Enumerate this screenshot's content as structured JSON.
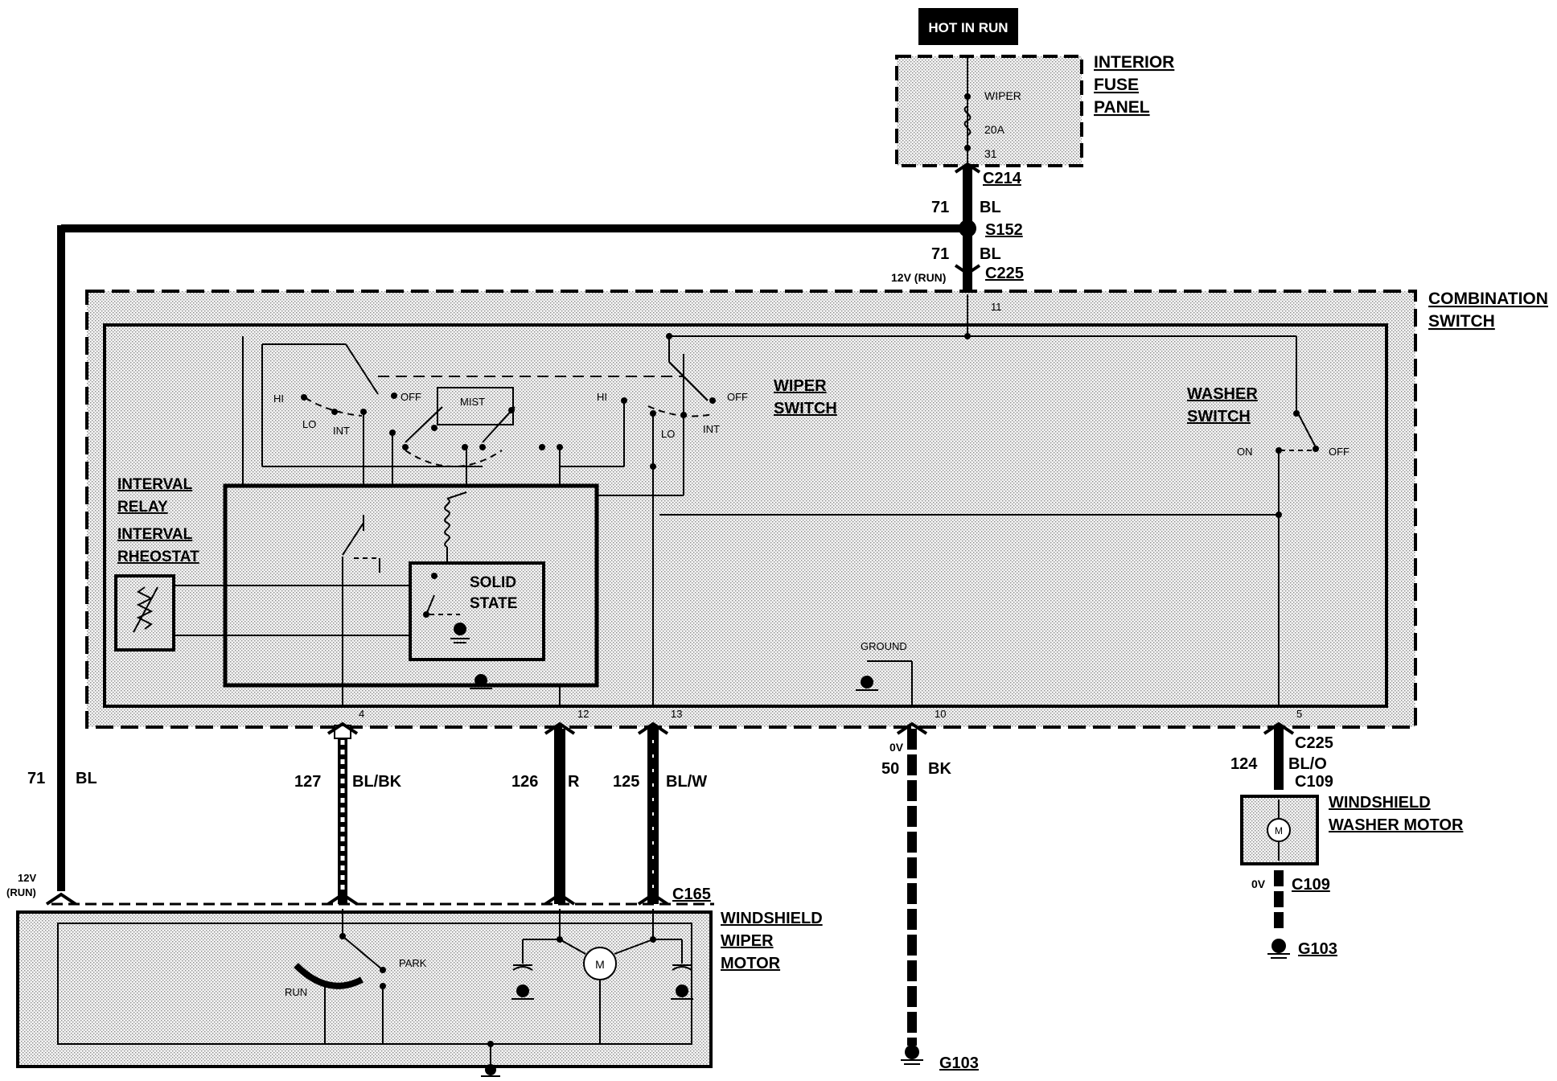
{
  "power_badge": "HOT IN RUN",
  "fuse_panel": {
    "label_1": "INTERIOR",
    "label_2": "FUSE",
    "label_3": "PANEL",
    "fuse_name": "WIPER",
    "fuse_rating": "20A",
    "fuse_number": "31"
  },
  "connectors": {
    "c214": "C214",
    "s152": "S152",
    "c225_top": "C225",
    "c225_right": "C225",
    "c109_a": "C109",
    "c109_b": "C109",
    "c165": "C165"
  },
  "wires": {
    "w71_upper": {
      "circuit": "71",
      "color": "BL"
    },
    "w71_lower": {
      "circuit": "71",
      "color": "BL"
    },
    "w71_left": {
      "circuit": "71",
      "color": "BL"
    },
    "w127": {
      "circuit": "127",
      "color": "BL/BK"
    },
    "w126": {
      "circuit": "126",
      "color": "R"
    },
    "w125": {
      "circuit": "125",
      "color": "BL/W"
    },
    "w50": {
      "circuit": "50",
      "color": "BK"
    },
    "w124": {
      "circuit": "124",
      "color": "BL/O"
    }
  },
  "voltages": {
    "v12_run_top": "12V (RUN)",
    "v12_run_left_1": "12V",
    "v12_run_left_2": "(RUN)",
    "v0_ground": "0V",
    "v0_washer": "0V"
  },
  "pins": {
    "p11": "11",
    "p4": "4",
    "p12": "12",
    "p13": "13",
    "p10": "10",
    "p5": "5"
  },
  "combination_switch": {
    "label_1": "COMBINATION",
    "label_2": "SWITCH"
  },
  "wiper_switch": {
    "label_1": "WIPER",
    "label_2": "SWITCH",
    "hi_a": "HI",
    "lo_a": "LO",
    "int_a": "INT",
    "off_a": "OFF",
    "mist": "MIST",
    "hi_b": "HI",
    "lo_b": "LO",
    "int_b": "INT",
    "off_b": "OFF"
  },
  "washer_switch": {
    "label_1": "WASHER",
    "label_2": "SWITCH",
    "on": "ON",
    "off": "OFF"
  },
  "interval_relay": {
    "label_1": "INTERVAL",
    "label_2": "RELAY"
  },
  "interval_rheostat": {
    "label_1": "INTERVAL",
    "label_2": "RHEOSTAT"
  },
  "solid_state": {
    "label_1": "SOLID",
    "label_2": "STATE"
  },
  "ground_label": "GROUND",
  "wiper_motor": {
    "label_1": "WINDSHIELD",
    "label_2": "WIPER",
    "label_3": "MOTOR",
    "park": "PARK",
    "run": "RUN",
    "motor_symbol": "M"
  },
  "washer_motor": {
    "label_1": "WINDSHIELD",
    "label_2": "WASHER MOTOR",
    "motor_symbol": "M"
  },
  "grounds": {
    "g103_a": "G103",
    "g103_b": "G103"
  }
}
